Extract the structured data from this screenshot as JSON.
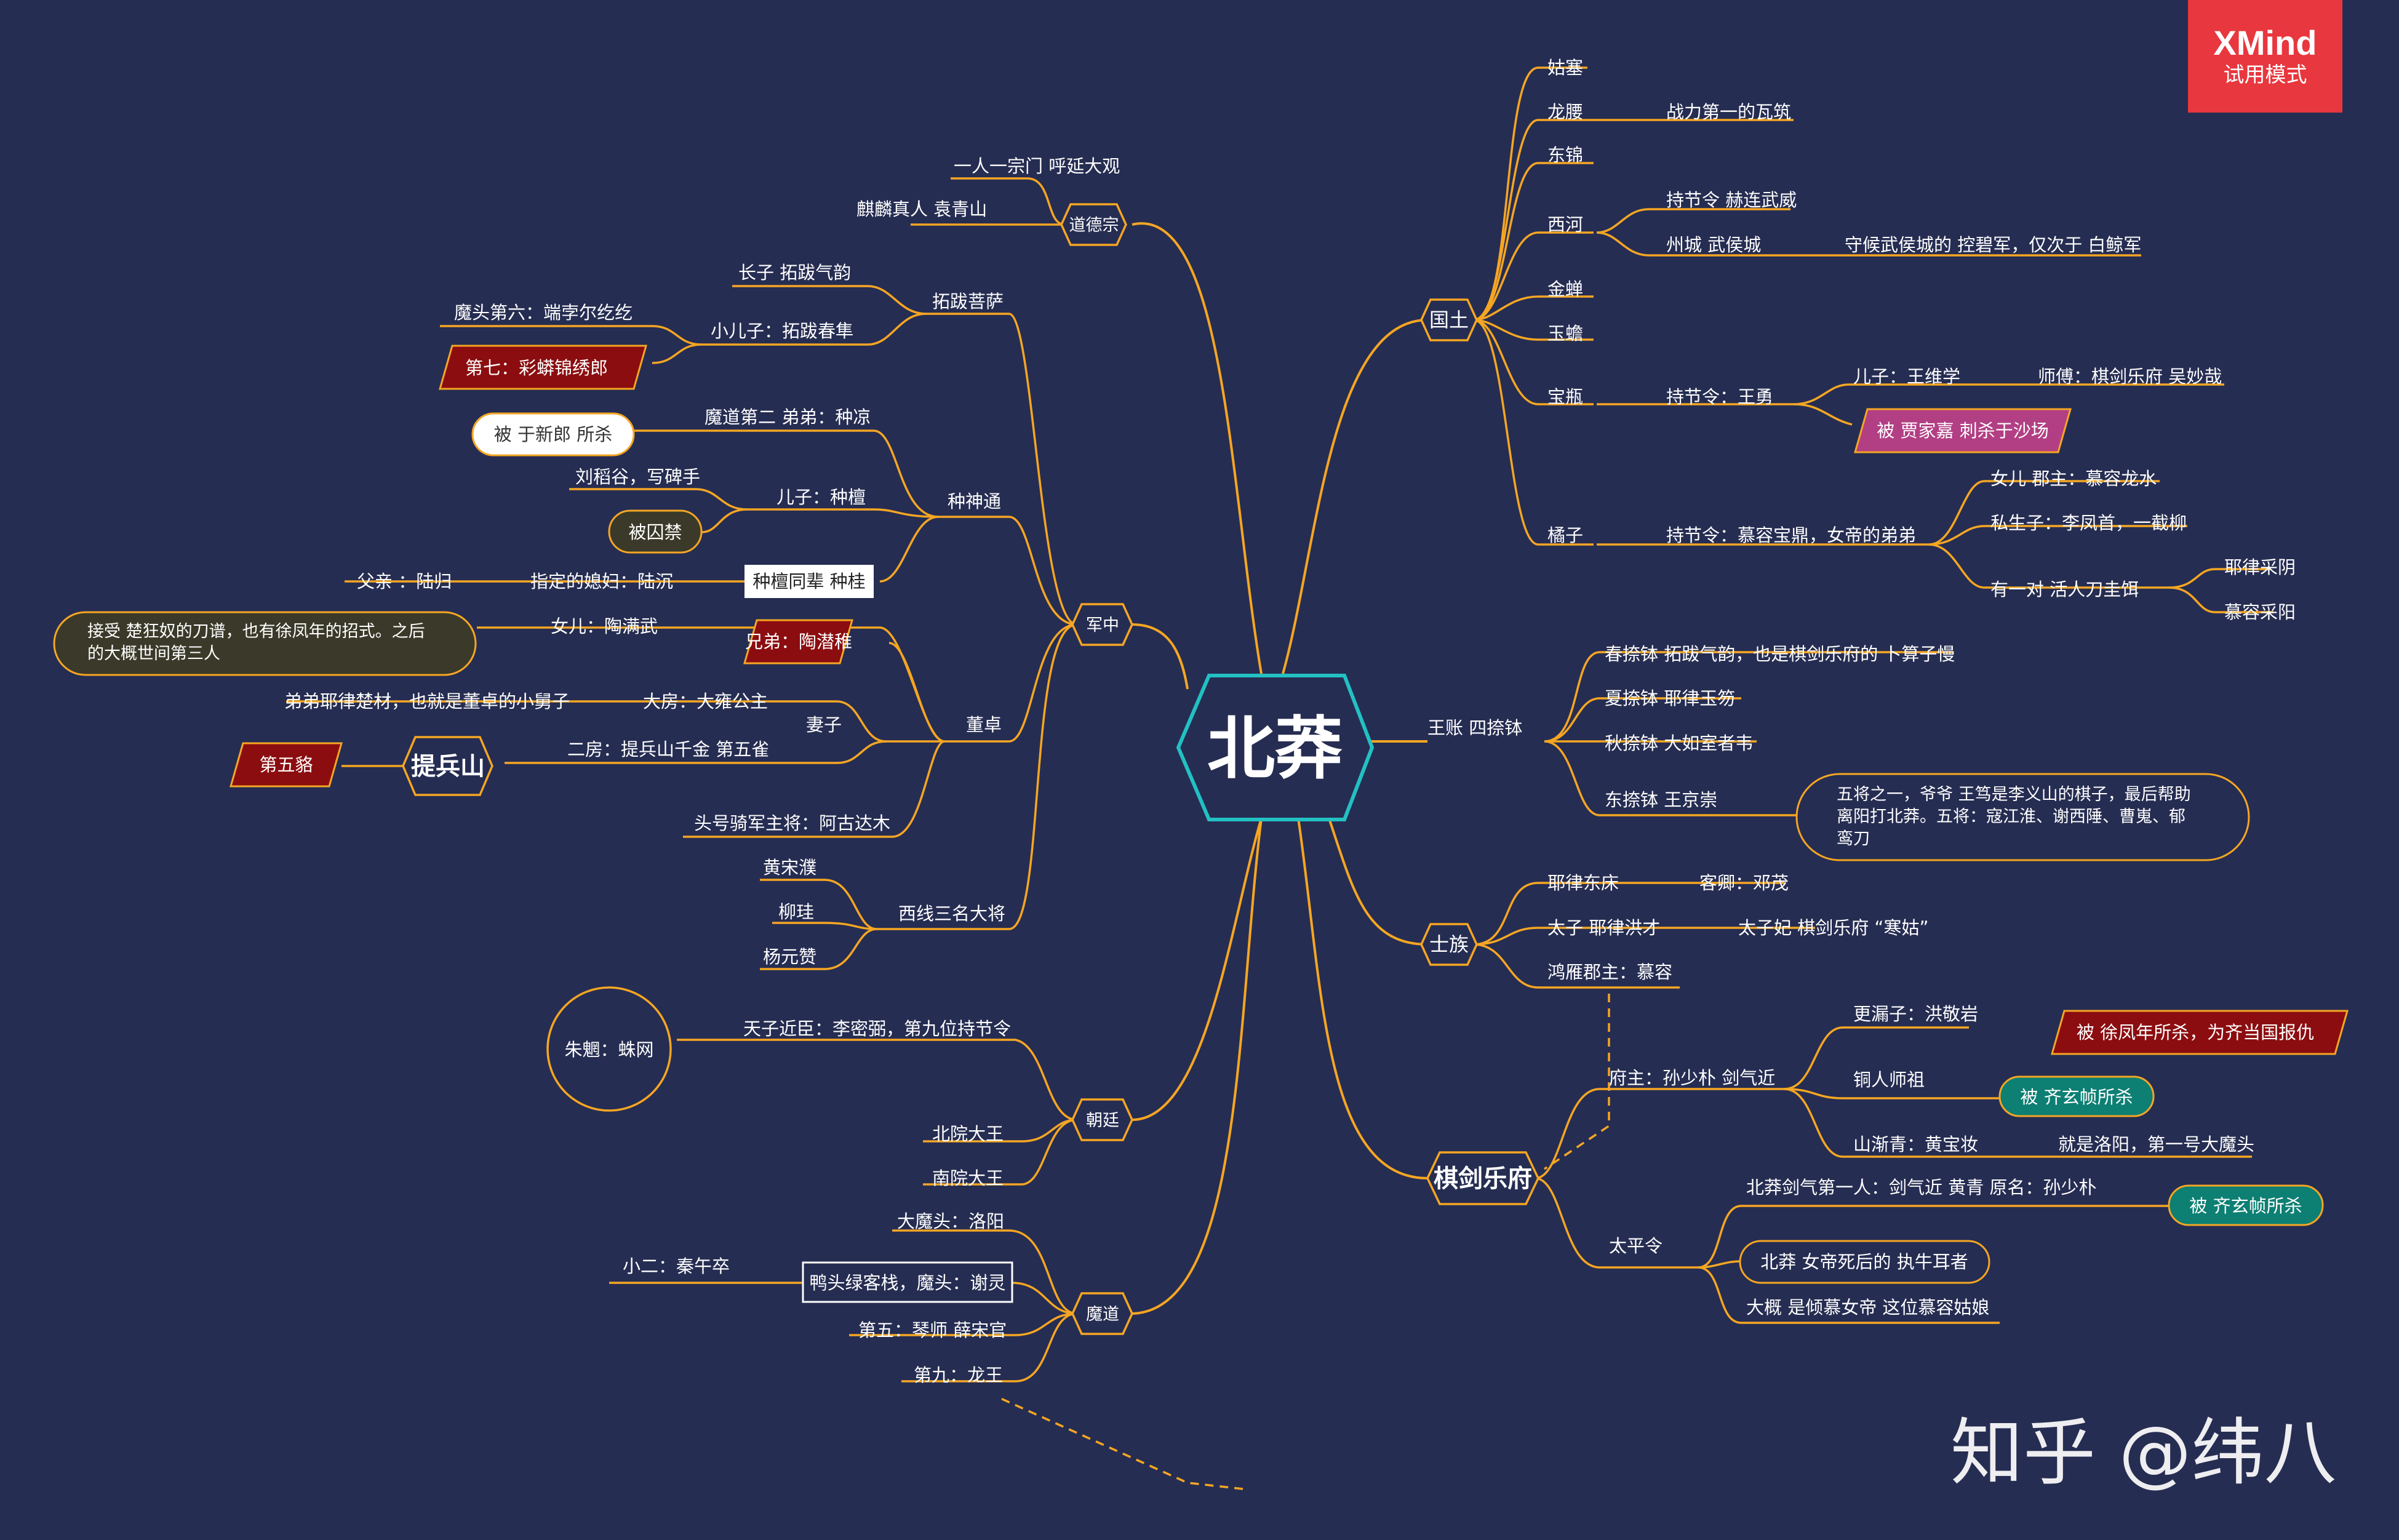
{
  "badge": {
    "brand": "XMind",
    "mode": "试用模式"
  },
  "watermark": "知乎 @纬八",
  "colors": {
    "background": "#262d52",
    "line": "#f5a623",
    "root_border": "#22c1c3",
    "dark_red": "#8b0d10",
    "pink": "#b23f84",
    "teal": "#0d7f73"
  },
  "root": "北莽",
  "branches": {
    "guotu": {
      "label": "国土",
      "gusai": "姑塞",
      "longyao": "龙腰",
      "longyao_note": "战力第一的瓦筑",
      "dongjin": "东锦",
      "xihe": "西河",
      "xihe_a": "持节令 赫连武威",
      "xihe_b": "州城  武侯城",
      "xihe_b_note": "守候武侯城的 控碧军，仅次于 白鲸军",
      "jinchan": "金蝉",
      "yuchan": "玉蟾",
      "baoping": "宝瓶",
      "baoping_a": "持节令：王勇",
      "baoping_son": "儿子：王维学",
      "baoping_master": "师傅：棋剑乐府 吴妙哉",
      "baoping_killed": "被 贾家嘉 刺杀于沙场",
      "juzi": "橘子",
      "juzi_a": "持节令：慕容宝鼎，女帝的弟弟",
      "juzi_daughter": "女儿 郡主：慕容龙水",
      "juzi_illegit": "私生子：李凤首，一截柳",
      "juzi_pair": "有一对 活人刀圭饵",
      "juzi_pair_a": "耶律采阴",
      "juzi_pair_b": "慕容采阳"
    },
    "wangzhang": {
      "label": "王账 四捺钵",
      "chun": "春捺钵 拓跋气韵，也是棋剑乐府的 卜算子慢",
      "xia": "夏捺钵 耶律玉笏",
      "qiu": "秋捺钵  大如室者韦",
      "dong": "东捺钵  王京崇",
      "dong_note": "五将之一，爷爷 王笃是李义山的棋子，最后帮助离阳打北莽。五将：寇江淮、谢西陲、曹嵬、郁鸾刀"
    },
    "shizu": {
      "label": "士族",
      "a": "耶律东床",
      "a_note": "客卿：邓茂",
      "b": "太子 耶律洪才",
      "b_note": "太子妃 棋剑乐府 “寒姑”",
      "c": "鸿雁郡主：慕容"
    },
    "qijian": {
      "label": "棋剑乐府",
      "fuzhu": "府主：孙少朴 剑气近",
      "genglouzi": "更漏子：洪敬岩",
      "gengloui_note": "被 徐凤年所杀，为齐当国报仇",
      "tongren": "铜人师祖",
      "tongren_note": "被 齐玄帧所杀",
      "shanjianqing": "山渐青：黄宝妆",
      "shanjianqing_note": "就是洛阳，第一号大魔头",
      "tailing": "太平令",
      "t_a": "北莽剑气第一人：剑气近 黄青 原名：孙少朴",
      "t_a_note": "被 齐玄帧所杀",
      "t_b": "北莽  女帝死后的 执牛耳者",
      "t_c": "大概  是倾慕女帝  这位慕容姑娘"
    },
    "daode": {
      "label": "道德宗",
      "a": "一人一宗门  呼延大观",
      "b": "麒麟真人 袁青山"
    },
    "junzhong": {
      "label": "军中",
      "tuoba": "拓跋菩萨",
      "tuoba_a": "长子 拓跋气韵",
      "tuoba_b": "小儿子：拓跋春隼",
      "tuoba_b1": "魔头第六：端孛尔纥纥",
      "tuoba_b2": "第七：彩蟒锦绣郎",
      "zhong": "种神通",
      "zhong_a": "魔道第二 弟弟：种凉",
      "zhong_a_note": "被 于新郎 所杀",
      "zhong_b": "儿子：种檀",
      "zhong_b1": "刘稻谷，写碑手",
      "zhong_b2": "被囚禁",
      "zhong_c": "种檀同辈  种桂",
      "zhong_c1": "指定的媳妇：陆沉",
      "zhong_c2": "父亲 ：陆归",
      "dongzhuo": "董卓",
      "dz_daughter": "女儿：陶满武",
      "dz_daughter_note": "接受  楚狂奴的刀谱，也有徐凤年的招式。之后的大概世间第三人",
      "dz_brother": "兄弟：陶潜稚",
      "dz_wife": "妻子",
      "dz_wife_a": "大房：大雍公主",
      "dz_wife_a_note": "弟弟耶律楚材，也就是董卓的小舅子",
      "dz_wife_b": "二房：提兵山千金  第五雀",
      "tibing": "提兵山",
      "diwu": "第五貉",
      "dz_cav": "头号骑军主将：阿古达木",
      "xixian": "西线三名大将",
      "xixian_a": "黄宋濮",
      "xixian_b": "柳珪",
      "xixian_c": "杨元赞"
    },
    "chaoting": {
      "label": "朝廷",
      "a": "天子近臣：李密弼，第九位持节令",
      "a_note": "朱魍：蛛网",
      "b": "北院大王",
      "c": "南院大王"
    },
    "modao": {
      "label": "魔道",
      "a": "大魔头：洛阳",
      "b": "鸭头绿客栈，魔头：谢灵",
      "b_note": "小二：秦午卒",
      "c": "第五：琴师 薛宋官",
      "d": "第九：龙王"
    }
  }
}
